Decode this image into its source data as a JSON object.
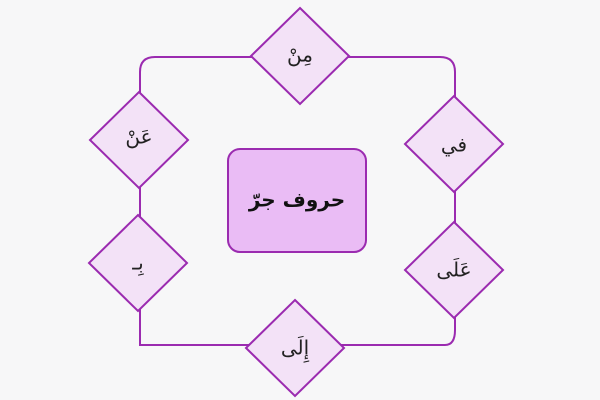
{
  "diagram": {
    "center_label": "حروف جرّ",
    "nodes": {
      "top": "مِنْ",
      "right_upper": "في",
      "right_lower": "عَلَى",
      "bottom": "إِلَى",
      "left_lower": "بِـ",
      "left_upper": "عَنْ"
    }
  },
  "colors": {
    "border": "#9b2bb0",
    "diamond_fill": "#f3e2f7",
    "center_fill": "#eabcf5",
    "background": "#f7f7f8"
  }
}
